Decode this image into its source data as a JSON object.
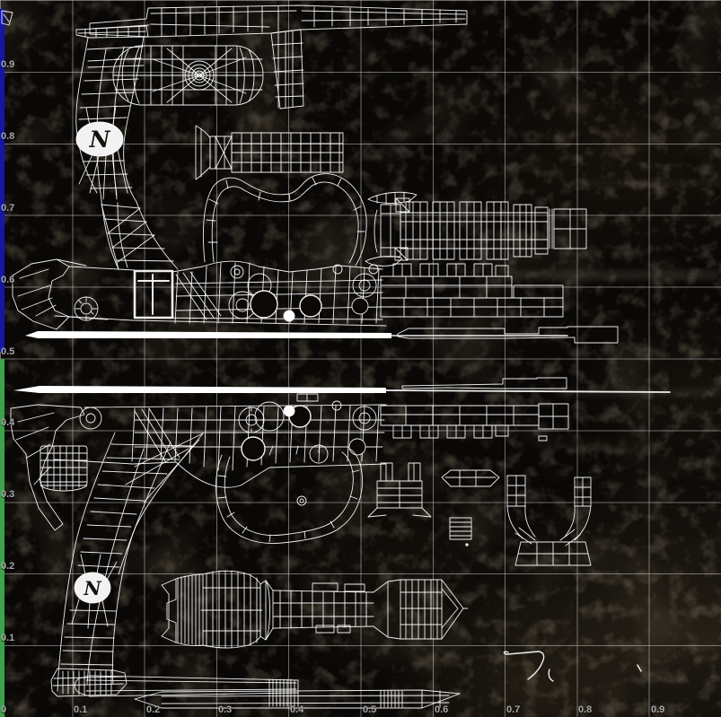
{
  "editor": {
    "view_name": "uv-texture-editor-viewport",
    "colors": {
      "background": "#0a0806",
      "wireframe": "#ffffff",
      "grid_line": "#9a9a9a",
      "tick_label": "#a8a8a8",
      "left_edge_marker_upper": "#16169e",
      "left_edge_marker_lower": "#3fa04e"
    }
  },
  "axes": {
    "left_ticks": [
      {
        "label": "0.9",
        "v": 0.9
      },
      {
        "label": "0.8",
        "v": 0.8
      },
      {
        "label": "0.7",
        "v": 0.7
      },
      {
        "label": "0.6",
        "v": 0.6
      },
      {
        "label": "0.5",
        "v": 0.5
      },
      {
        "label": "0.4",
        "v": 0.4
      },
      {
        "label": "0.3",
        "v": 0.3
      },
      {
        "label": "0.2",
        "v": 0.2
      },
      {
        "label": "0.1",
        "v": 0.1
      }
    ],
    "bottom_ticks": [
      {
        "label": "0",
        "u": 0
      },
      {
        "label": "0.1",
        "u": 0.1
      },
      {
        "label": "0.2",
        "u": 0.2
      },
      {
        "label": "0.3",
        "u": 0.3
      },
      {
        "label": "0.4",
        "u": 0.4
      },
      {
        "label": "0.5",
        "u": 0.5
      },
      {
        "label": "0.6",
        "u": 0.6
      },
      {
        "label": "0.7",
        "u": 0.7
      },
      {
        "label": "0.8",
        "u": 0.8
      },
      {
        "label": "0.9",
        "u": 0.9
      }
    ]
  },
  "monogram": {
    "text": "N"
  }
}
